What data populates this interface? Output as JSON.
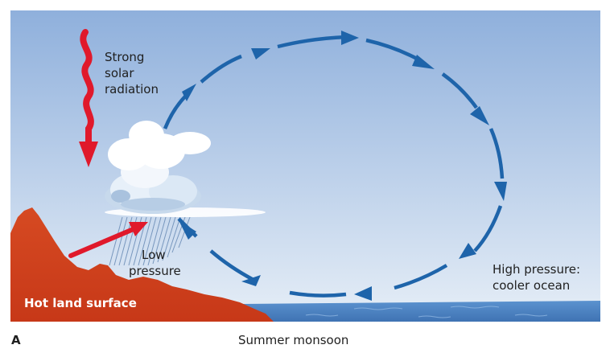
{
  "labels": {
    "solar_line1": "Strong",
    "solar_line2": "solar",
    "solar_line3": "radiation",
    "low_line1": "Low",
    "low_line2": "pressure",
    "high_line1": "High pressure:",
    "high_line2": "cooler ocean",
    "land": "Hot land surface"
  },
  "caption": {
    "panel_letter": "A",
    "title": "Summer monsoon"
  },
  "colors": {
    "sky_top": "#8fb0dc",
    "sky_bottom": "#e3ecf6",
    "circulation_arrow": "#1e64aa",
    "solar_arrow": "#e0192b",
    "land": "#d9441f",
    "ocean": "#4f86c6",
    "cloud": "#ffffff"
  }
}
